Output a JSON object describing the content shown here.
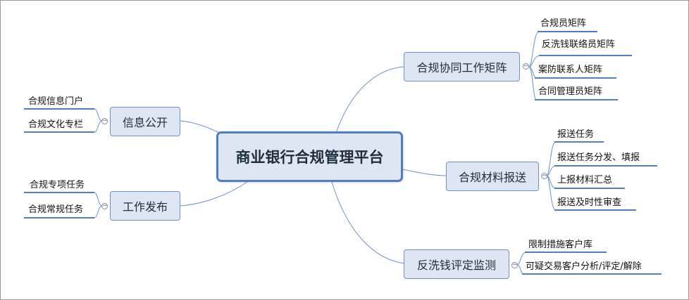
{
  "root": {
    "label": "商业银行合规管理平台"
  },
  "branches": [
    {
      "label": "合规协同工作矩阵",
      "children": [
        "合规员矩阵",
        "反洗钱联络员矩阵",
        "案防联系人矩阵",
        "合同管理员矩阵"
      ]
    },
    {
      "label": "合规材料报送",
      "children": [
        "报送任务",
        "报送任务分发、填报",
        "上报材料汇总",
        "报送及时性审查"
      ]
    },
    {
      "label": "反洗钱评定监测",
      "children": [
        "限制措施客户库",
        "可疑交易客户分析/评定/解除"
      ]
    },
    {
      "label": "信息公开",
      "children": [
        "合规信息门户",
        "合规文化专栏"
      ]
    },
    {
      "label": "工作发布",
      "children": [
        "合规专项任务",
        "合规常规任务"
      ]
    }
  ],
  "colors": {
    "link": "#6a93c9",
    "accent": "#4f7fc1",
    "node_fill": "#dde6f2"
  }
}
